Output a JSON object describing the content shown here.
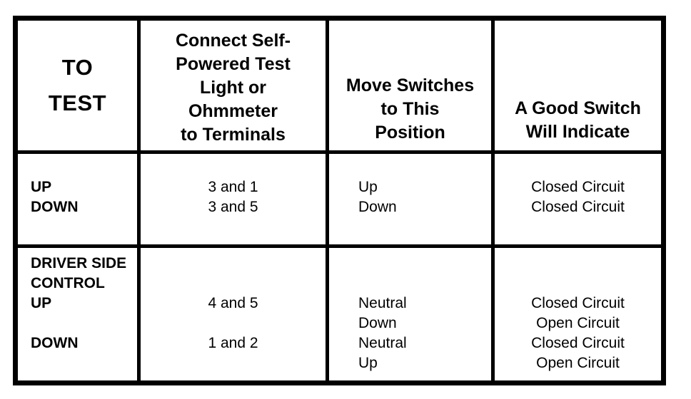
{
  "colors": {
    "background": "#ffffff",
    "ink": "#000000"
  },
  "table": {
    "headers": {
      "to_test": [
        "TO",
        "TEST"
      ],
      "terminals": [
        "Connect Self-",
        "Powered Test",
        "Light or",
        "Ohmmeter",
        "to Terminals"
      ],
      "position": [
        "Move Switches",
        "to This",
        "Position"
      ],
      "indicate": [
        "A Good Switch",
        "Will Indicate"
      ]
    },
    "rows": [
      {
        "to_test": [
          "UP",
          "DOWN"
        ],
        "terminals": [
          "3 and 1",
          "3 and 5"
        ],
        "position": [
          "Up",
          "Down"
        ],
        "indicate": [
          "Closed Circuit",
          "Closed Circuit"
        ]
      },
      {
        "to_test": [
          "DRIVER SIDE",
          "CONTROL",
          "UP",
          "",
          "DOWN"
        ],
        "terminals": [
          "",
          "",
          "4 and 5",
          "",
          "1 and 2"
        ],
        "position": [
          "",
          "",
          "Neutral",
          "Down",
          "Neutral",
          "Up"
        ],
        "indicate": [
          "",
          "",
          "Closed Circuit",
          "Open Circuit",
          "Closed Circuit",
          "Open Circuit"
        ]
      }
    ]
  }
}
